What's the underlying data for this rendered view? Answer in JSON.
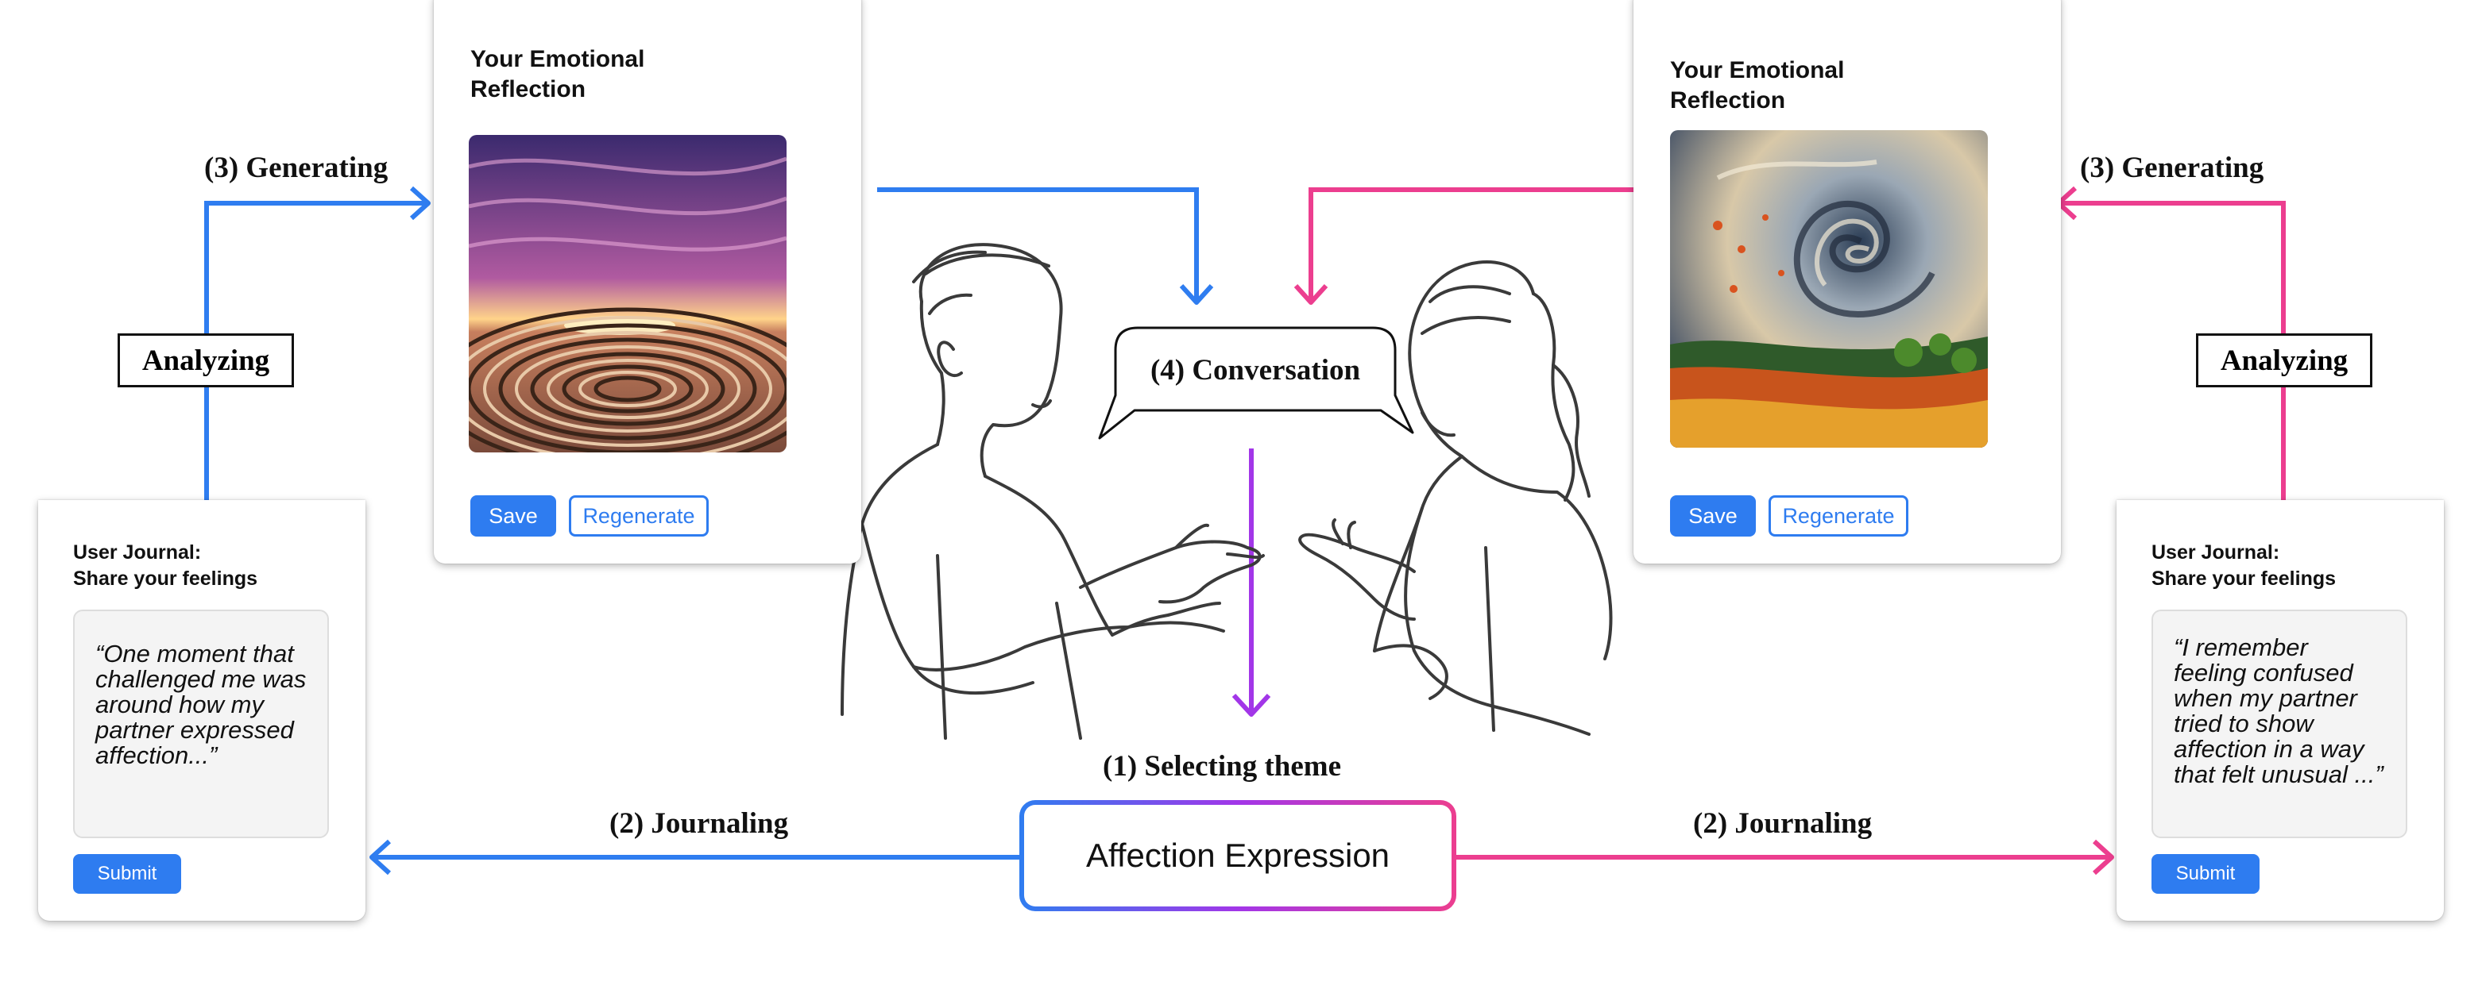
{
  "flow_labels": {
    "generating_left": "(3) Generating",
    "generating_right": "(3) Generating",
    "analyzing_left": "Analyzing",
    "analyzing_right": "Analyzing",
    "journaling_left": "(2) Journaling",
    "journaling_right": "(2) Journaling",
    "selecting_theme": "(1) Selecting theme",
    "conversation": "(4) Conversation"
  },
  "theme": {
    "label": "Affection Expression"
  },
  "left_reflection": {
    "title": "Your Emotional Reflection",
    "save_label": "Save",
    "regenerate_label": "Regenerate"
  },
  "right_reflection": {
    "title": "Your Emotional Reflection",
    "save_label": "Save",
    "regenerate_label": "Regenerate"
  },
  "left_journal": {
    "title": "User Journal:\nShare your feelings",
    "entry": "“One moment that challenged me was around how my partner expressed affection...”",
    "submit_label": "Submit"
  },
  "right_journal": {
    "title": "User Journal:\nShare your feelings",
    "entry": "“I remember feeling confused when my partner tried to show affection in a way that felt unusual ...”",
    "submit_label": "Submit"
  },
  "colors": {
    "user_a": "#2f7df0",
    "user_b": "#ec3e8f",
    "center": "#a236e8",
    "button": "#2e7cf0"
  }
}
